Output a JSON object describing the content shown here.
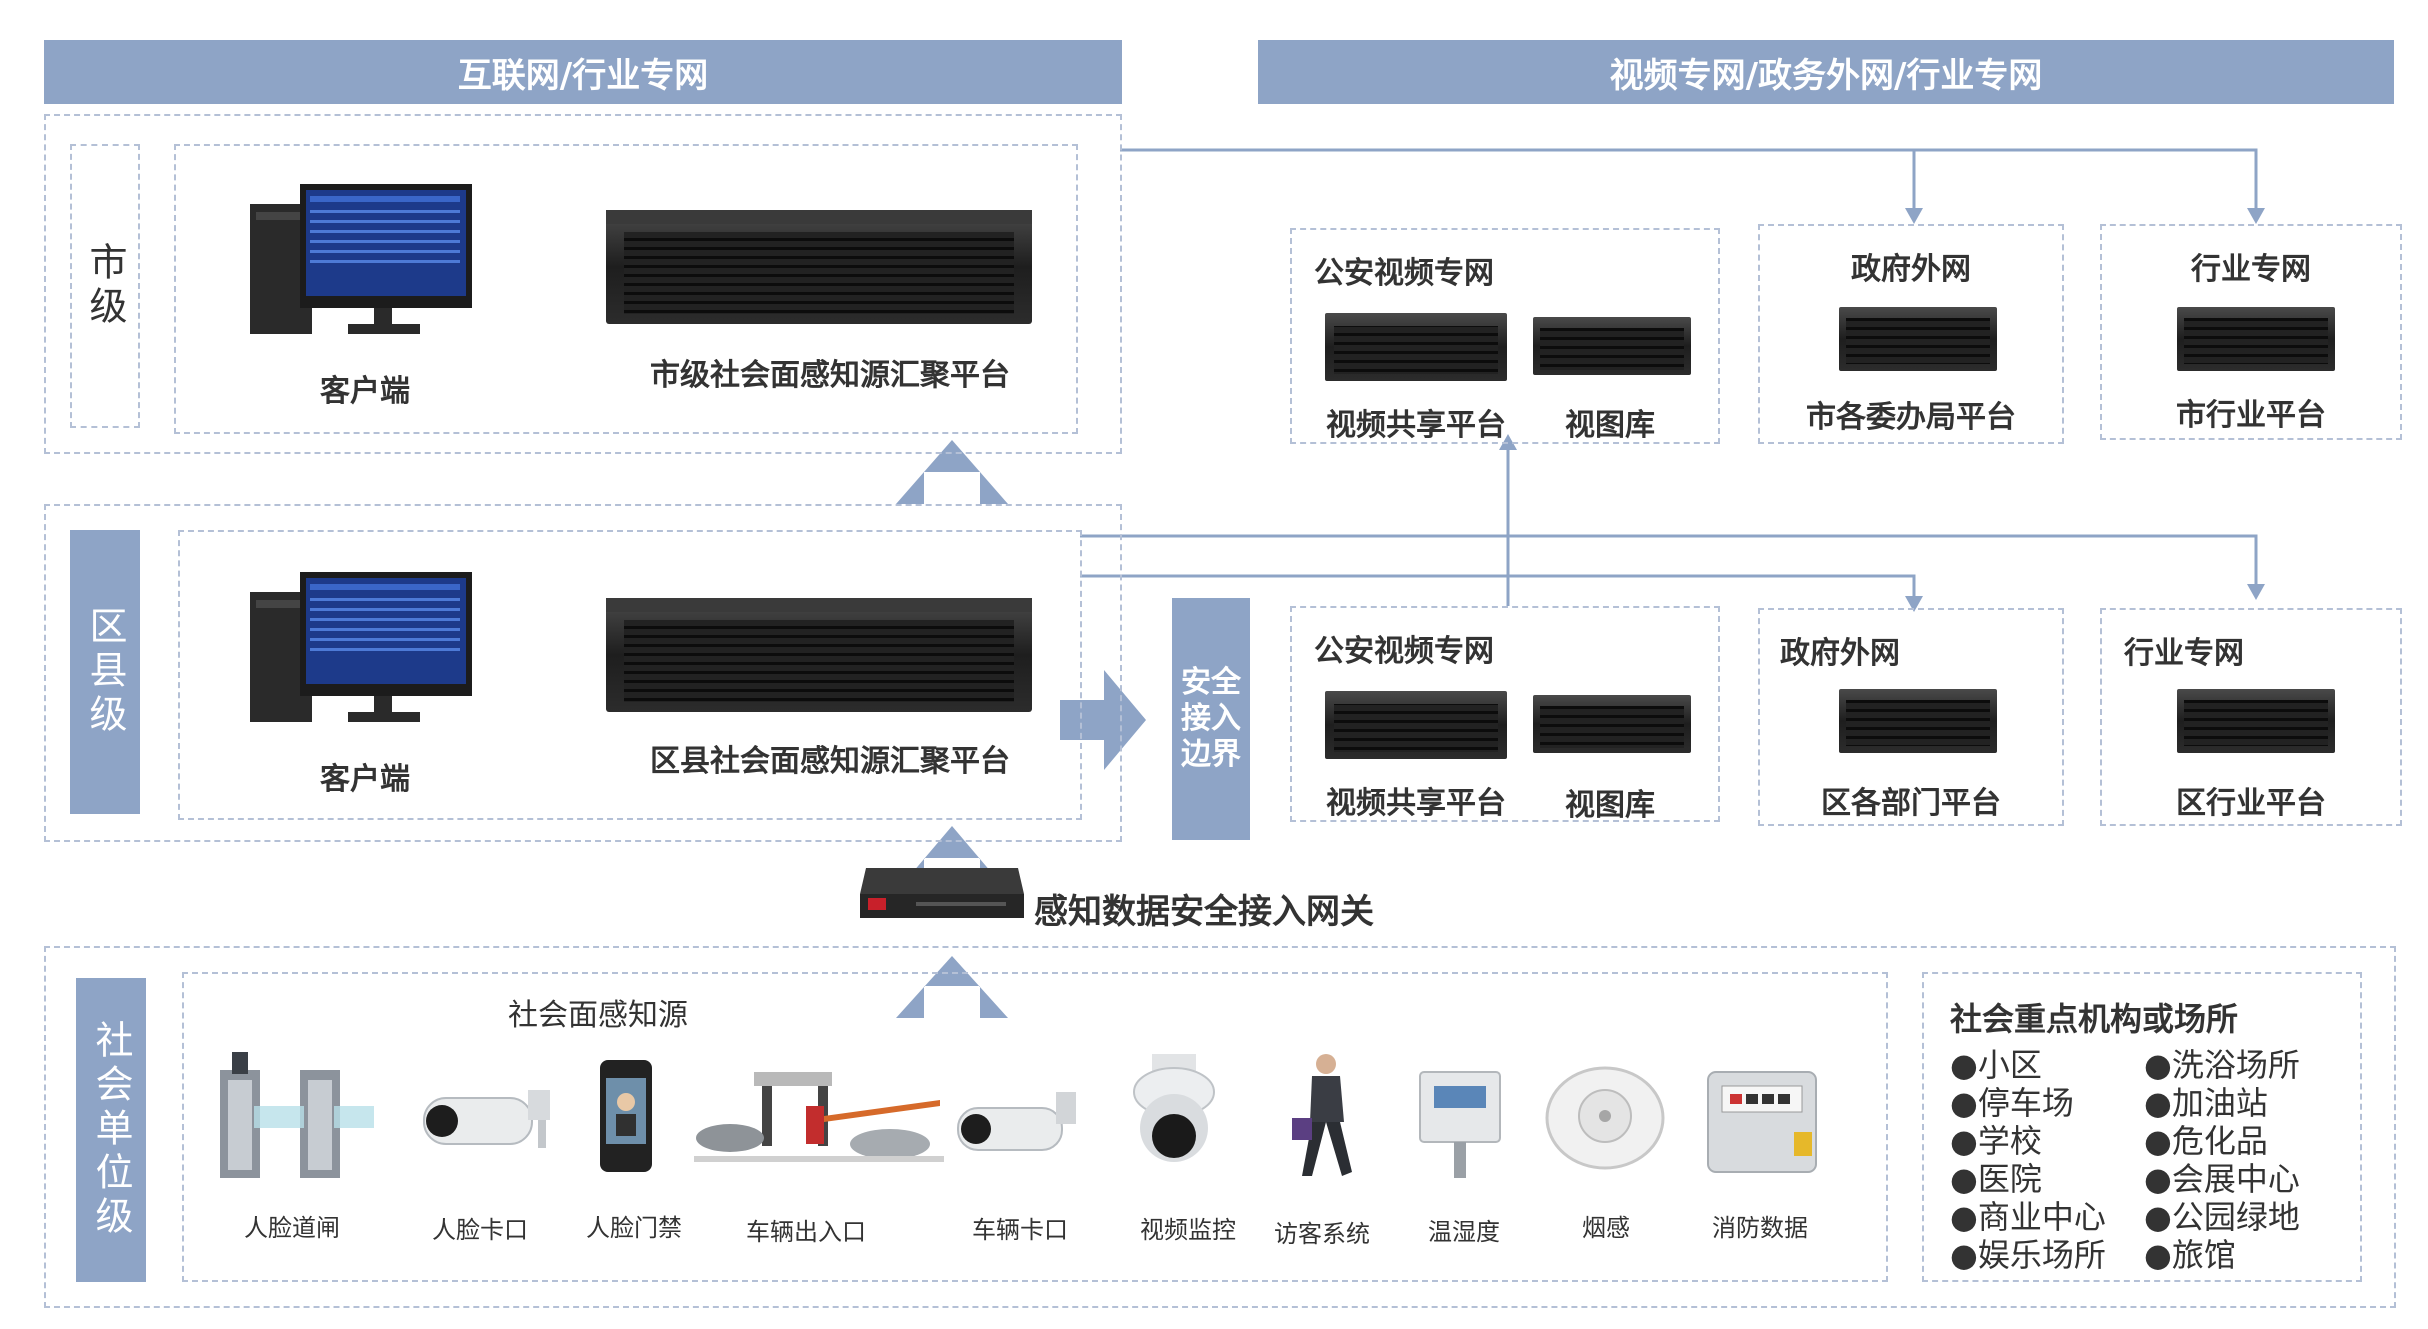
{
  "headers": {
    "left": "互联网/行业专网",
    "right": "视频专网/政务外网/行业专网"
  },
  "levels": {
    "city": "市级",
    "district": "区县级",
    "social_unit": "社会单位级"
  },
  "city": {
    "client_label": "客户端",
    "platform_label": "市级社会面感知源汇聚平台"
  },
  "district": {
    "client_label": "客户端",
    "platform_label": "区县社会面感知源汇聚平台"
  },
  "security_boundary": "安全接入边界",
  "gateway_label": "感知数据安全接入网关",
  "networks_city": [
    {
      "title": "公安视频专网",
      "items": [
        "视频共享平台",
        "视图库"
      ]
    },
    {
      "title": "政府外网",
      "items": [
        "市各委办局平台"
      ]
    },
    {
      "title": "行业专网",
      "items": [
        "市行业平台"
      ]
    }
  ],
  "networks_district": [
    {
      "title": "公安视频专网",
      "items": [
        "视频共享平台",
        "视图库"
      ]
    },
    {
      "title": "政府外网",
      "items": [
        "区各部门平台"
      ]
    },
    {
      "title": "行业专网",
      "items": [
        "区行业平台"
      ]
    }
  ],
  "sources": {
    "title": "社会面感知源",
    "items": [
      "人脸道闸",
      "人脸卡口",
      "人脸门禁",
      "车辆出入口",
      "车辆卡口",
      "视频监控",
      "访客系统",
      "温湿度",
      "烟感",
      "消防数据"
    ]
  },
  "key_places": {
    "title": "社会重点机构或场所",
    "col1": [
      "●小区",
      "●停车场",
      "●学校",
      "●医院",
      "●商业中心",
      "●娱乐场所"
    ],
    "col2": [
      "●洗浴场所",
      "●加油站",
      "●危化品",
      "●会展中心",
      "●公园绿地",
      "●旅馆"
    ]
  }
}
